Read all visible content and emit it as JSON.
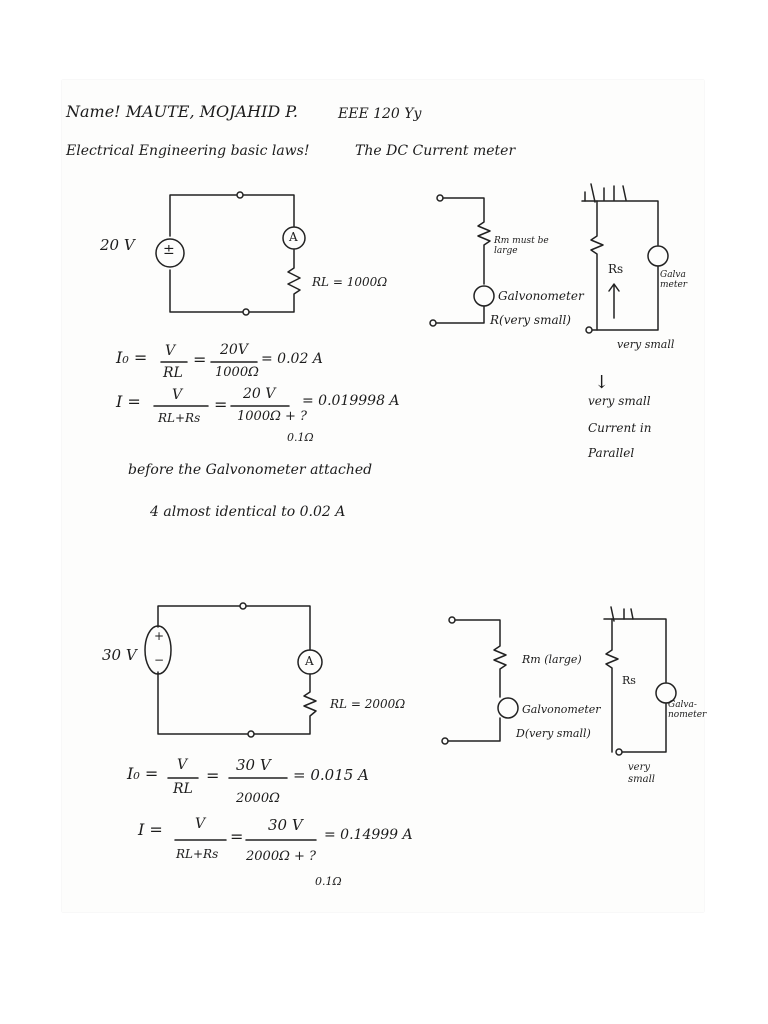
{
  "header": {
    "name": "Name! MAUTE, MOJAHID P.",
    "course": "EEE 120 Yy",
    "topic": "Electrical Engineering basic laws!",
    "subtitle": "The DC Current meter"
  },
  "example1": {
    "source": "20 V",
    "ammeter": "A",
    "load": "RL = 1000Ω",
    "eq1": {
      "lhs": "I₀ =",
      "num1": "V",
      "den1": "RL",
      "eq": "=",
      "num2": "20V",
      "den2": "1000Ω",
      "result": "= 0.02 A"
    },
    "eq2": {
      "lhs": "I =",
      "num1": "V",
      "den1": "RL+Rs",
      "eq": "=",
      "num2": "20 V",
      "den2": "1000Ω + ?",
      "result": "= 0.019998 A",
      "note": "0.1Ω"
    },
    "note_line1": "before the Galvonometer attached",
    "note_line2": "4 almost identical to 0.02 A",
    "side_diagram": {
      "rm_label": "Rm must be large",
      "galv_label": "Galvonometer",
      "rs_small": "R(very small)",
      "rs": "Rs",
      "galv2_label": "Galva meter",
      "very_small": "very small",
      "arrow": "↓",
      "parallel_line1": "very small",
      "parallel_line2": "Current in",
      "parallel_line3": "Parallel"
    }
  },
  "example2": {
    "source": "30 V",
    "ammeter": "A",
    "load": "RL = 2000Ω",
    "eq1": {
      "lhs": "I₀ =",
      "num1": "V",
      "den1": "RL",
      "eq": "=",
      "num2": "30 V",
      "den2": "2000Ω",
      "result": "= 0.015 A"
    },
    "eq2": {
      "lhs": "I =",
      "num1": "V",
      "den1": "RL+Rs",
      "eq": "=",
      "num2": "30 V",
      "den2": "2000Ω + ?",
      "result": "= 0.14999 A",
      "note": "0.1Ω"
    },
    "side_diagram": {
      "rm_label": "Rm (large)",
      "galv_label": "Galvonometer",
      "rs_small": "D(very small)",
      "rs": "Rs",
      "galv2_label": "Galva-nometer",
      "very_small": "very small"
    }
  }
}
